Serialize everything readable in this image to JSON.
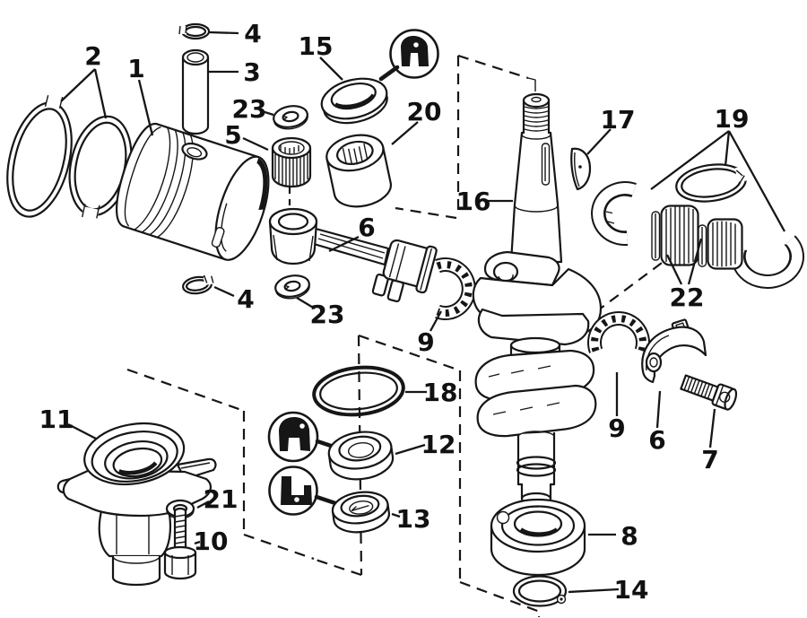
{
  "image": {
    "background": "#ffffff",
    "ink": "#161616"
  },
  "callouts": {
    "c1": "1",
    "c2": "2",
    "c3": "3",
    "c4a": "4",
    "c4b": "4",
    "c5": "5",
    "c6a": "6",
    "c6b": "6",
    "c7": "7",
    "c8": "8",
    "c9a": "9",
    "c9b": "9",
    "c10": "10",
    "c11": "11",
    "c12": "12",
    "c13": "13",
    "c14": "14",
    "c15": "15",
    "c16": "16",
    "c17": "17",
    "c18": "18",
    "c19": "19",
    "c20": "20",
    "c21": "21",
    "c22": "22",
    "c23a": "23",
    "c23b": "23"
  }
}
